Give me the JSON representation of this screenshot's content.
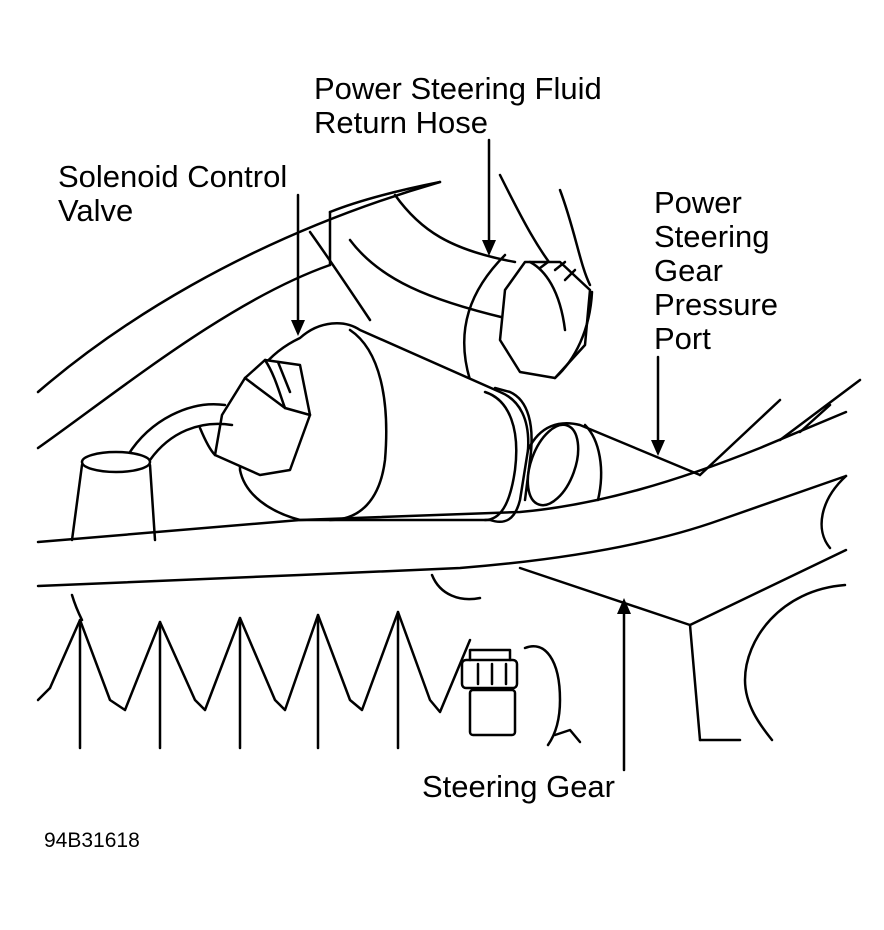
{
  "labels": {
    "return_hose": [
      "Power Steering Fluid",
      "Return Hose"
    ],
    "solenoid": [
      "Solenoid Control",
      "Valve"
    ],
    "pressure_port": [
      "Power",
      "Steering",
      "Gear",
      "Pressure",
      "Port"
    ],
    "steering_gear": "Steering Gear"
  },
  "figure_code": "94B31618",
  "colors": {
    "ink": "#000000",
    "paper": "#ffffff"
  }
}
